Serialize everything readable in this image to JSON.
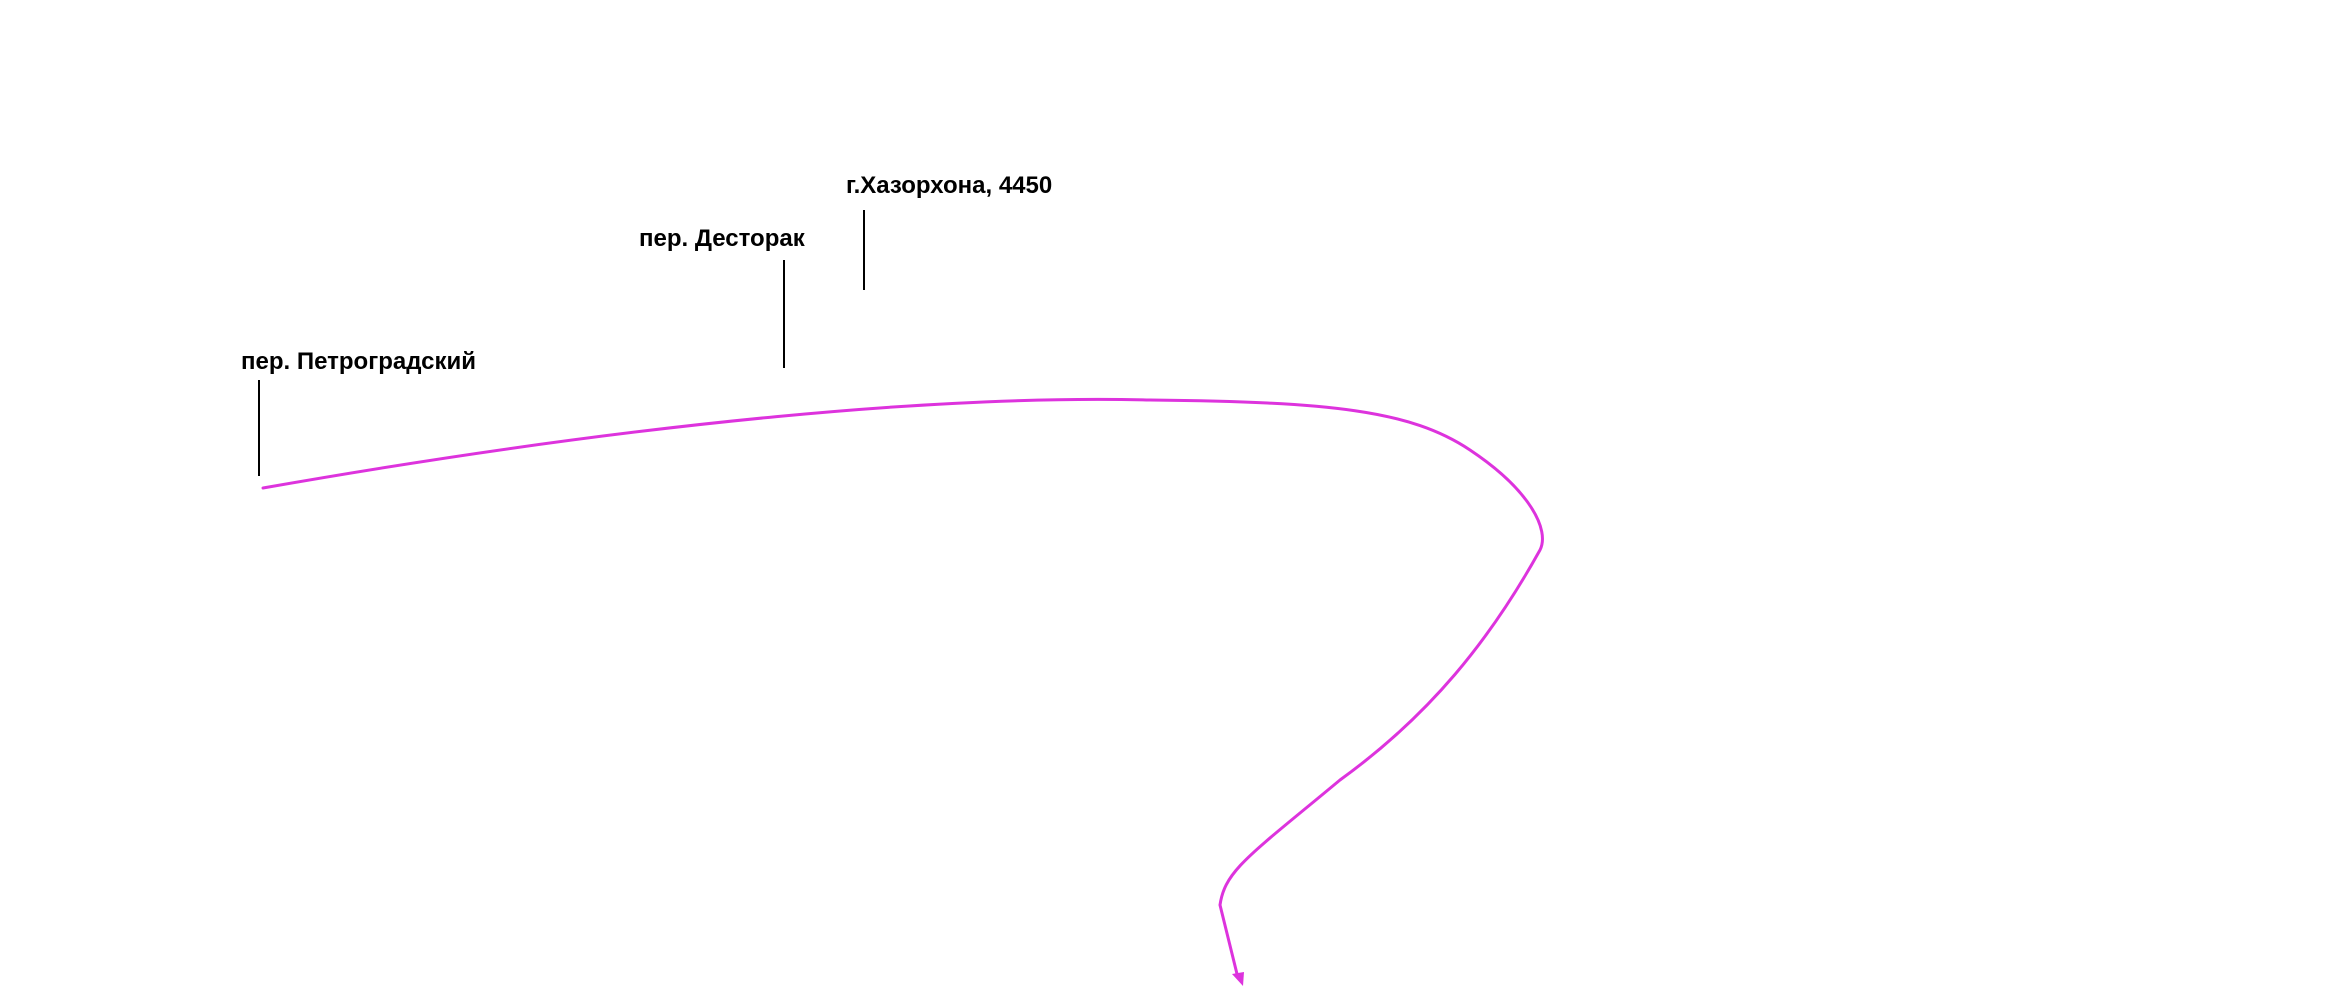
{
  "map": {
    "route_color": "#dd33dd",
    "leader_color": "#000000",
    "labels": [
      {
        "id": "petrogradsky",
        "text": "пер. Петроградский"
      },
      {
        "id": "destorak",
        "text": "пер. Десторак"
      },
      {
        "id": "hazorhona",
        "text": "г.Хазорхона, 4450"
      }
    ]
  }
}
